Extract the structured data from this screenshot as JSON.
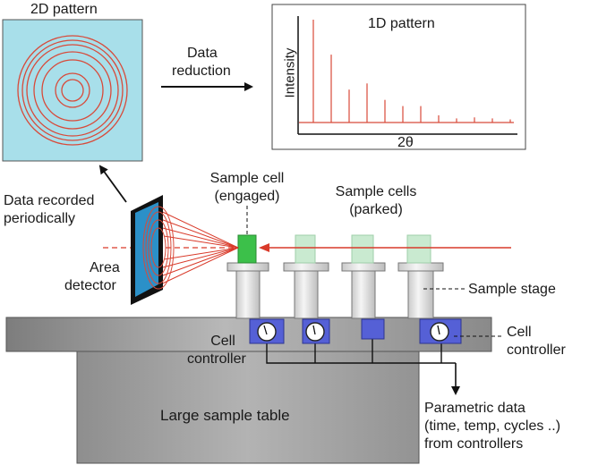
{
  "labels": {
    "pattern_2d": "2D pattern",
    "data_reduction_1": "Data",
    "data_reduction_2": "reduction",
    "pattern_1d": "1D pattern",
    "intensity": "Intensity",
    "two_theta": "2θ",
    "sample_cell_engaged_1": "Sample cell",
    "sample_cell_engaged_2": "(engaged)",
    "sample_cells_parked_1": "Sample cells",
    "sample_cells_parked_2": "(parked)",
    "data_recorded_1": "Data recorded",
    "data_recorded_2": "periodically",
    "area_detector_1": "Area",
    "area_detector_2": "detector",
    "sample_stage": "Sample stage",
    "cell_controller_left_1": "Cell",
    "cell_controller_left_2": "controller",
    "cell_controller_right_1": "Cell",
    "cell_controller_right_2": "controller",
    "large_sample_table": "Large sample table",
    "parametric_1": "Parametric data",
    "parametric_2": "(time, temp, cycles ..)",
    "parametric_3": "from controllers"
  },
  "colors": {
    "pattern_bg": "#a8dfea",
    "ring": "#d84a3a",
    "beam": "#d93a2a",
    "detector": "#2b90c8",
    "cell_engaged": "#3cc04a",
    "cell_parked": "#c9ead0",
    "controller": "#5560d6",
    "table": "#9c9c9c"
  },
  "chart_data": {
    "type": "bar",
    "title": "1D pattern",
    "xlabel": "2θ",
    "ylabel": "Intensity",
    "values": [
      1.0,
      0.66,
      0.32,
      0.38,
      0.22,
      0.16,
      0.16,
      0.07,
      0.04,
      0.05,
      0.04,
      0.03
    ],
    "baseline": 0.01
  }
}
